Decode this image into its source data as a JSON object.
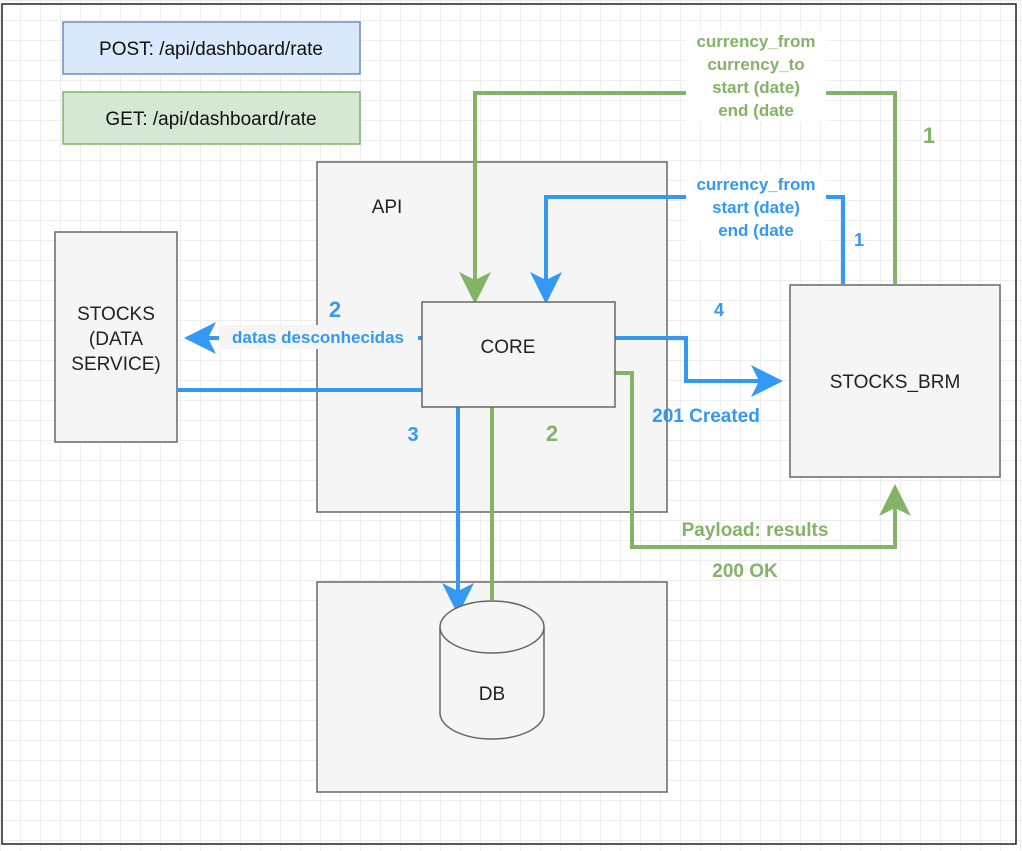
{
  "legend": {
    "post": "POST: /api/dashboard/rate",
    "get": "GET: /api/dashboard/rate"
  },
  "nodes": {
    "api": "API",
    "core": "CORE",
    "stocks_line1": "STOCKS",
    "stocks_line2": "(DATA",
    "stocks_line3": "SERVICE)",
    "brm": "STOCKS_BRM",
    "db": "DB"
  },
  "get_flow": {
    "params": [
      "currency_from",
      "currency_to",
      "start (date)",
      "end (date"
    ],
    "step_request": "1",
    "step_db": "2",
    "payload": "Payload: results",
    "status": "200 OK"
  },
  "post_flow": {
    "params": [
      "currency_from",
      "start (date)",
      "end (date"
    ],
    "step_request": "1",
    "step_stocks": "2",
    "unknown_dates": "datas desconhecidas",
    "step_db": "3",
    "step_brm": "4",
    "status": "201 Created"
  },
  "colors": {
    "post_legend_fill": "#dae8fc",
    "post_legend_stroke": "#6c8ebf",
    "get_legend_fill": "#d5e8d4",
    "get_legend_stroke": "#82b366",
    "blue": "#3399f3",
    "green": "#82b366",
    "box_fill": "#f5f5f5",
    "box_stroke": "#666666"
  }
}
